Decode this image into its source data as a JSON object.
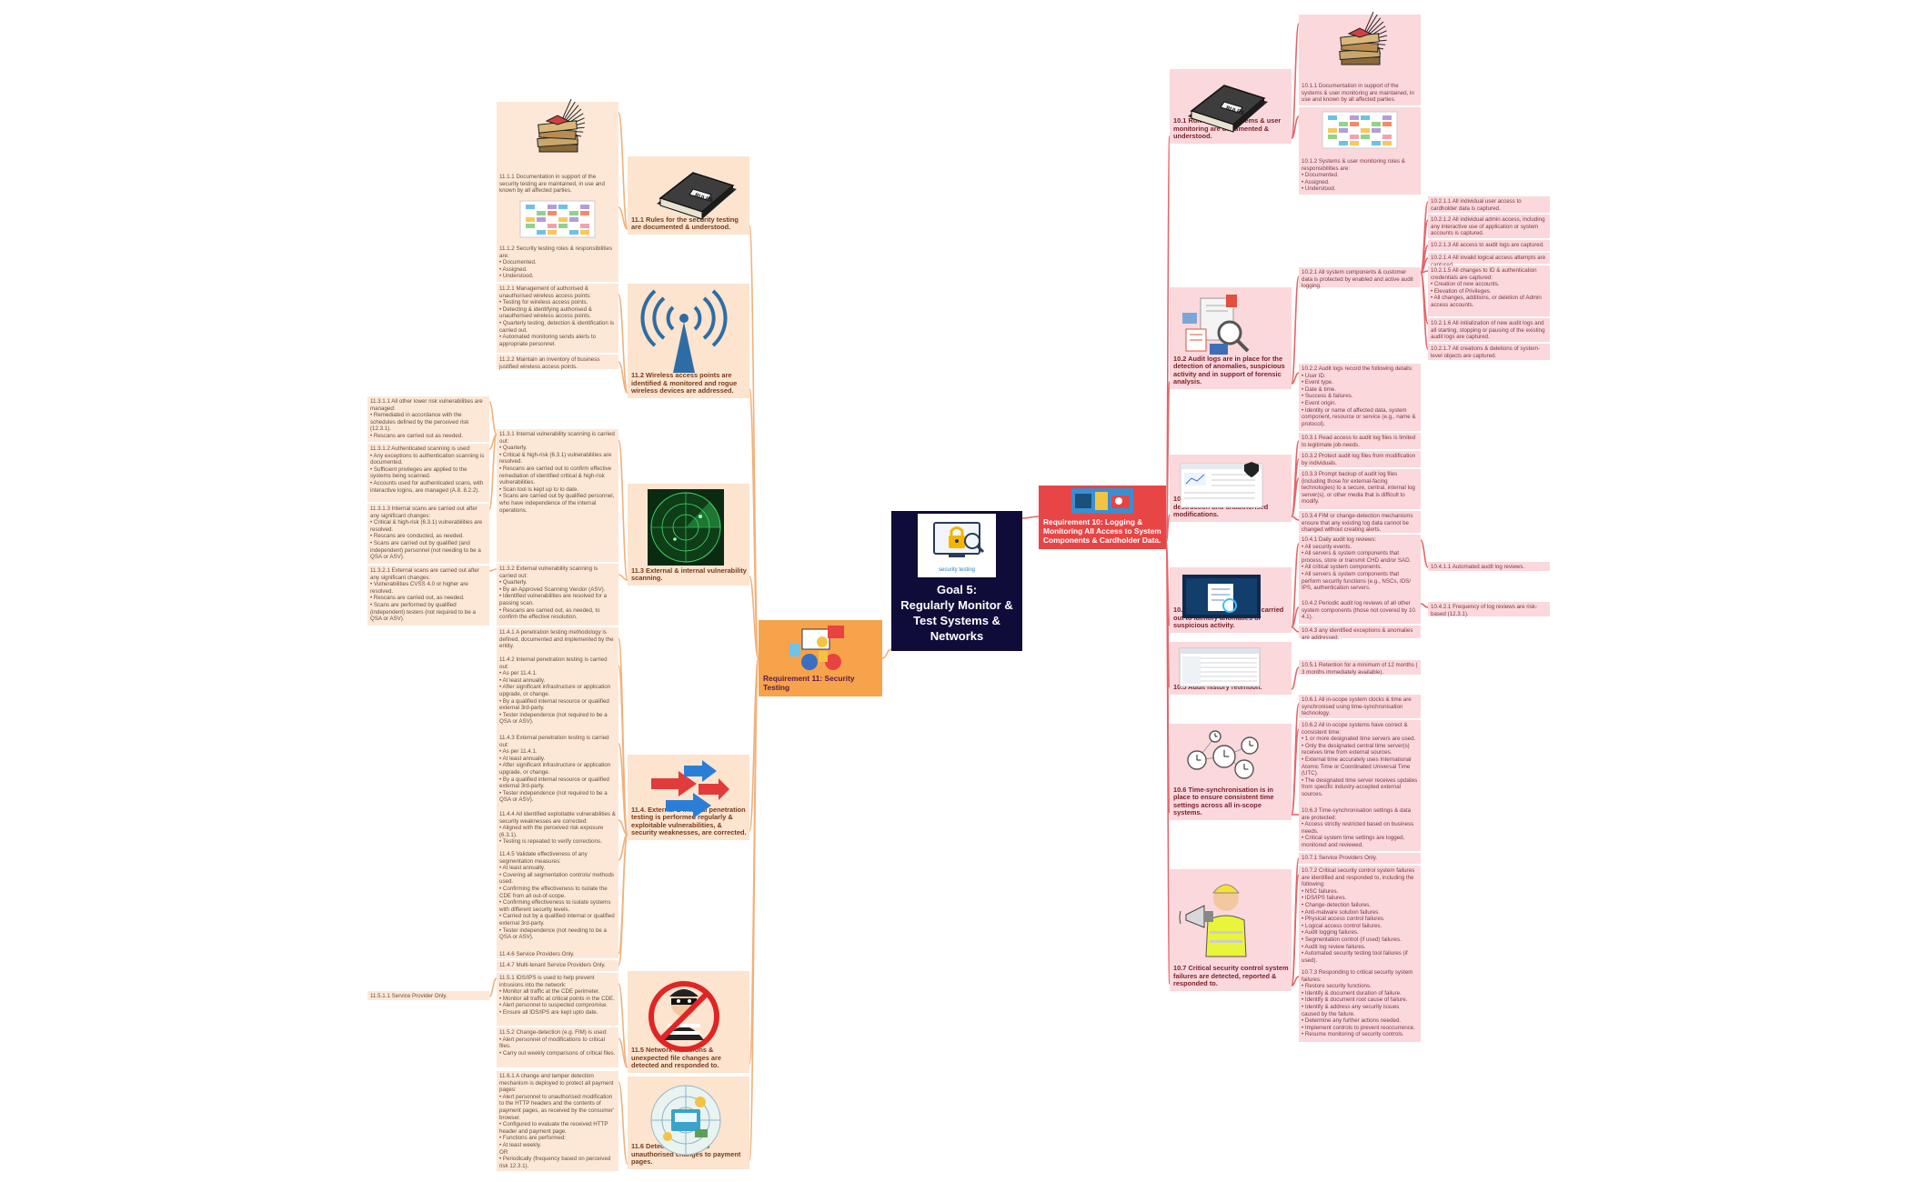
{
  "goal": {
    "title": "Goal 5:\nRegularly Monitor &\nTest Systems &\nNetworks",
    "logo_text": "security testing"
  },
  "req11": {
    "title": "Requirement 11: Security Testing",
    "sections": [
      {
        "title": "11.1 Rules for the security testing are documented & understood.",
        "icon": "rule-book-icon",
        "items": [
          {
            "text": "11.1.1 Documentation in support of the security testing are maintained, in use and known by all affected parties.",
            "icon": "document-stack-icon"
          },
          {
            "text": "11.1.2 Security testing roles & responsibilities are:\n• Documented.\n• Assigned.\n• Understood.",
            "icon": "schedule-grid-icon"
          }
        ]
      },
      {
        "title": "11.2 Wireless access points are identified & monitored and rogue wireless devices are addressed.",
        "icon": "wireless-tower-icon",
        "items": [
          {
            "text": "11.2.1 Management of authorised & unauthorised wireless access points:\n• Testing for wireless access points.\n• Detecting & identifying authorised & unauthorised wireless access points.\n• Quarterly testing, detection & identification is carried out.\n• Automated monitoring sends alerts to appropriate personnel."
          },
          {
            "text": "11.2.2 Maintain an inventory of business justified wireless access points."
          }
        ]
      },
      {
        "title": "11.3 External & internal vulnerability scanning.",
        "icon": "radar-icon",
        "items": [
          {
            "text": "11.3.1 Internal vulnerability scanning is carried out:\n• Quarterly.\n• Critical & high-risk (6.3.1) vulnerabilities are resolved.\n• Rescans are carried out to confirm effective remediation of identified critical & high-risk vulnerabilities.\n• Scan tool is kept up to to date.\n• Scans are carried out by qualified personnel, who have independence of the internal operations.",
            "children": [
              "11.3.1.1 All other lower risk vulnerabilities are managed:\n• Remediated in accordance with the schedules defined by the perceived risk (12.3.1).\n• Rescans are carried out as needed.",
              "11.3.1.2 Authenticated scanning is used:\n• Any exceptions to authentication scanning is documented.\n• Sufficient privileges are applied to the systems being scanned.\n• Accounts used for authenticated scans, with interactive logins, are managed (A.8. 8.2.2).",
              "11.3.1.3 Internal scans are carried out after any significant changes:\n• Critical & high-risk (6.3.1) vulnerabilities are resolved.\n• Rescans are conducted, as needed.\n• Scans are carried out by qualified (and independent) personnel (not needing to be a QSA or ASV)."
            ]
          },
          {
            "text": "11.3.2 External vulnerability scanning is carried out:\n• Quarterly.\n• By an Approved Scanning Vendor (ASV).\n• Identified vulnerabilities are resolved for a passing scan.\n• Rescans are carried out, as needed, to confirm the effective resolution.",
            "children": [
              "11.3.2.1 External scans are carried out after any significant changes:\n• Vulnerabilities CVSS 4.0 or higher are resolved.\n• Rescans are carried out, as needed.\n• Scans are performed by qualified (independent) testers (not required to be a QSA or ASV)."
            ]
          }
        ]
      },
      {
        "title": "11.4. External & internal penetration testing is performed regularly & exploitable vulnerabilities, & security weaknesses, are corrected.",
        "icon": "puzzle-arrows-icon",
        "items": [
          {
            "text": "11.4.1 A penetration testing methodology is defined, documented and implemented by the entity."
          },
          {
            "text": "11.4.2 Internal penetration testing is carried out:\n• As per 11.4.1.\n• At least annually.\n• After significant infrastructure or application upgrade, or change.\n• By a qualified internal resource or qualified external 3rd-party.\n• Tester independence (not required to be a QSA or ASV)."
          },
          {
            "text": "11.4.3 External penetration testing is carried out:\n• As per 11.4.1.\n• At least annually.\n• After significant infrastructure or application upgrade, or change.\n• By a qualified internal resource or qualified external 3rd-party.\n• Tester independence (not required to be a QSA or ASV)."
          },
          {
            "text": "11.4.4 All identified exploitable vulnerabilities & security weaknesses are corrected:\n• Aligned with the perceived risk exposure (6.3.1).\n• Testing is repeated to verify corrections."
          },
          {
            "text": "11.4.5 Validate effectiveness of any segmentation measures:\n• At least annually.\n• Covering all segmentation controls/ methods used.\n• Confirming the effectiveness to isolate the CDE from all out-of-scope.\n• Confirming effectiveness to isolate systems with different security levels.\n• Carried out by a qualified internal or qualified external 3rd-party.\n• Tester independence (not needing to be a QSA or ASV)."
          },
          {
            "text": "11.4.6 Service Providers Only."
          },
          {
            "text": "11.4.7 Multi-tenant Service Providers Only."
          }
        ]
      },
      {
        "title": "11.5 Network intrusions & unexpected file changes are detected and responded to.",
        "icon": "burglar-icon",
        "items": [
          {
            "text": "11.5.1 IDS/IPS is used to help prevent intrusions into the network:\n• Monitor all traffic at the CDE perimeter.\n• Monitor all traffic at critical points in the CDE.\n• Alert personnel to suspected compromise.\n• Ensure all IDS/IPS are kept upto date.",
            "children": [
              "11.5.1.1 Service Provider Only."
            ]
          },
          {
            "text": "11.5.2 Change-detection (e.g. FIM) is used:\n• Alert personnel of modifications to critical files.\n• Carry out weekly comparisons of critical files."
          }
        ]
      },
      {
        "title": "11.6 Detect & respond to unauthorised changes to payment pages.",
        "icon": "payment-target-icon",
        "items": [
          {
            "text": "11.6.1 A change and tamper detection mechanism is deployed to protect all payment pages:\n• Alert personnel to unauthorised modification to the HTTP headers and the contents of payment pages, as received by the consumer' browser.\n• Configured to evaluate the received HTTP header and payment page.\n• Functions are performed:\n  • At least weekly.\n  OR\n• Periodically (frequency based on perceived risk 12.3.1)."
          }
        ]
      }
    ]
  },
  "req10": {
    "title": "Requirement 10: Logging & Monitoring All Access to System Components & Cardholder Data.",
    "sections": [
      {
        "title": "10.1 Rules for the systems & user monitoring are documented & understood.",
        "icon": "rule-book-icon",
        "items": [
          {
            "text": "10.1.1 Documentation in support of the systems & user monitoring are maintained, in use and known by all affected parties.",
            "icon": "document-stack-icon"
          },
          {
            "text": "10.1.2 Systems & user monitoring roles & responsibilities are:\n• Documented.\n• Assigned.\n• Understood.",
            "icon": "schedule-grid-icon"
          }
        ]
      },
      {
        "title": "10.2 Audit logs are in place for the detection of anomalies, suspicious activity and in support of forensic analysis.",
        "icon": "audit-analysis-icon",
        "items": [
          {
            "text": "10.2.1 All system components & customer data is protected by enabled and active audit logging.",
            "children": [
              "10.2.1.1 All individual user access to cardholder data is captured.",
              "10.2.1.2 All individual admin access, including any interactive use of application or system accounts is captured.",
              "10.2.1.3 All access to audit logs are captured.",
              "10.2.1.4 All invalid logical access attempts are captured.",
              "10.2.1.5 All changes to ID & authentication credentials are captured:\n• Creation of new accounts.\n• Elevation of Privileges.\n• All changes, additions, or deletion of Admin access accounts.",
              "10.2.1.6 All initialization of new audit logs and all starting, stopping or pausing of the existing audit logs are captured.",
              "10.2.1.7 All creations & deletions of system-level objects are captured."
            ]
          },
          {
            "text": "10.2.2 Audit logs record the following details:\n• User ID.\n• Event type.\n• Date & time.\n• Success & failures.\n• Event origin.\n• Identity or name of affected data, system component, resource or service (e.g., name & protocol)."
          }
        ]
      },
      {
        "title": "10.3 Protect audit logs from destruction and unauthorised modifications.",
        "icon": "log-dashboard-icon",
        "items": [
          {
            "text": "10.3.1 Read access to audit log files is limited to legitimate job-needs."
          },
          {
            "text": "10.3.2 Protect audit log files from modification by individuals."
          },
          {
            "text": "10.3.3 Prompt backup of audit log files (including those for external-facing technologies) to a secure, central, internal log server(s), or other media that is difficult to modify."
          },
          {
            "text": "10.3.4 FIM or change-detection mechanisms ensure that any existing log data cannot be changed without creating alerts."
          }
        ]
      },
      {
        "title": "10.4 Audit logs reviews are carried out to identify anomalies or suspicious activity.",
        "icon": "monitor-review-icon",
        "items": [
          {
            "text": "10.4.1 Daily audit log reviews:\n• All security events.\n• All servers & system components that process, store or transmit CHD and/or SAD.\n• All critical system components.\n• All servers & system components that perform security functions (e.g., NSCs, IDS/ IPS, authentication servers.",
            "children": [
              "10.4.1.1 Automated audit log reviews."
            ]
          },
          {
            "text": "10.4.2 Periodic audit log reviews of all other system components (those not covered by 10. 4.1).",
            "children": [
              "10.4.2.1 Frequency of log reviews are risk-based (12.3.1)."
            ]
          },
          {
            "text": "10.4.3 any identified exceptions & anomalies are addressed."
          }
        ]
      },
      {
        "title": "10.5 Audit history retention.",
        "icon": "log-table-icon",
        "items": [
          {
            "text": "10.5.1 Retention for a minimum of 12 months ( 3 months immediately available)."
          }
        ]
      },
      {
        "title": "10.6 Time-synchronisation is in place to ensure consistent time settings across all in-scope systems.",
        "icon": "clock-network-icon",
        "items": [
          {
            "text": "10.6.1 All in-scope system clocks & time are synchronised using time-synchronisation technology."
          },
          {
            "text": "10.6.2 All in-scope systems have correct & consistent time:\n• 1 or more designated time servers are used.\n• Only the designated central time server(s) receives time from external sources.\n• External time accurately uses International Atomic Time or Coordinated Universal Time (UTC).\n• The designated time server receives updates from specific industry-accepted external sources."
          },
          {
            "text": "10.6.3 Time-synchronisation settings & data are protected:\n• Access strictly restricted based on business needs.\n• Critical system time settings are logged, monitored and reviewed."
          }
        ]
      },
      {
        "title": "10.7 Critical security control system failures are detected, reported & responded to.",
        "icon": "megaphone-worker-icon",
        "items": [
          {
            "text": "10.7.1 Service Providers Only."
          },
          {
            "text": "10.7.2 Critical security control system failures are identified and responded to, including the following:\n• NSC failures.\n• IDS/IPS failures.\n• Change-detection failures.\n• Anti-malware solution failures.\n• Physical access control failures.\n• Logical access control failures.\n• Audit logging failures.\n• Segmentation control (if used) failures.\n• Audit log review failures.\n• Automated security testing tool failures (if used)."
          },
          {
            "text": "10.7.3 Responding to critical security system failures:\n• Restore security functions.\n• Identify & document duration of failure.\n• Identify & document root cause of failure.\n• Identify & address any security issues caused by the failure.\n• Determine any further actions needed.\n• Implement controls to prevent reoccurrence.\n• Resume monitoring of security controls."
          }
        ]
      }
    ]
  },
  "colors": {
    "goal_bg": "#0f0c3a",
    "req11_bg": "#f6a34c",
    "req10_bg": "#e84546",
    "link_orange": "#f3b07a",
    "link_red": "#e8646a",
    "node_orange": "#fce4cf",
    "node_pink": "#fbd8dc"
  }
}
